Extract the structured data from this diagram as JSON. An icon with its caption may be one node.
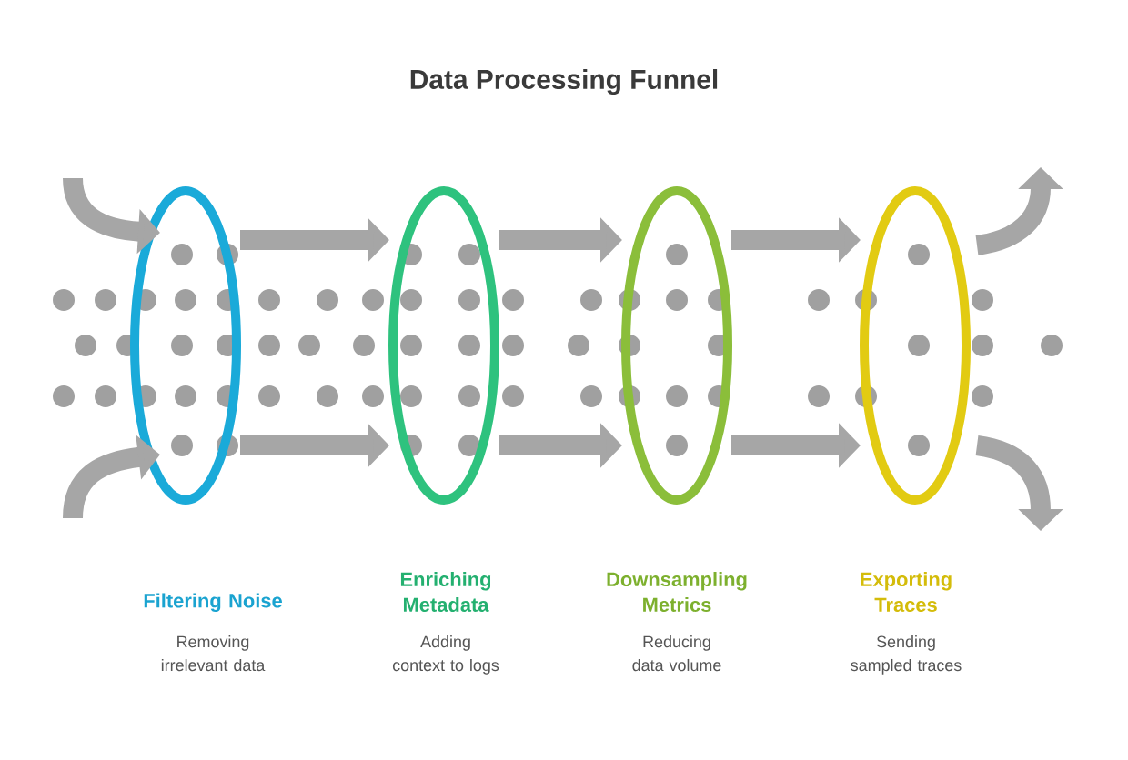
{
  "diagram": {
    "title": "Data Processing Funnel",
    "nodes": [
      {
        "text": [
          "Filtering Noise"
        ]
      },
      {
        "text": [
          "Enriching Metadata"
        ]
      },
      {
        "text": [
          "Downsampling Metrics"
        ]
      },
      {
        "text": [
          "Exporting Traces"
        ]
      }
    ],
    "labels": [
      "Removing irrelevant data",
      "Adding context to logs",
      "Reducing data volume",
      "Sending sampled traces"
    ],
    "edges": [
      {
        "from": null,
        "to": 0,
        "arrow": "to"
      },
      {
        "from": null,
        "to": 0,
        "arrow": "to"
      },
      {
        "from": 0,
        "to": 1,
        "arrow": "to"
      },
      {
        "from": 0,
        "to": 1,
        "arrow": "to"
      },
      {
        "from": 1,
        "to": 2,
        "arrow": "to"
      },
      {
        "from": 1,
        "to": 2,
        "arrow": "to"
      },
      {
        "from": 2,
        "to": 3,
        "arrow": "to"
      },
      {
        "from": 2,
        "to": 3,
        "arrow": "to"
      },
      {
        "from": 3,
        "to": null,
        "arrow": "to"
      },
      {
        "from": 3,
        "to": null,
        "arrow": "to"
      }
    ]
  }
}
